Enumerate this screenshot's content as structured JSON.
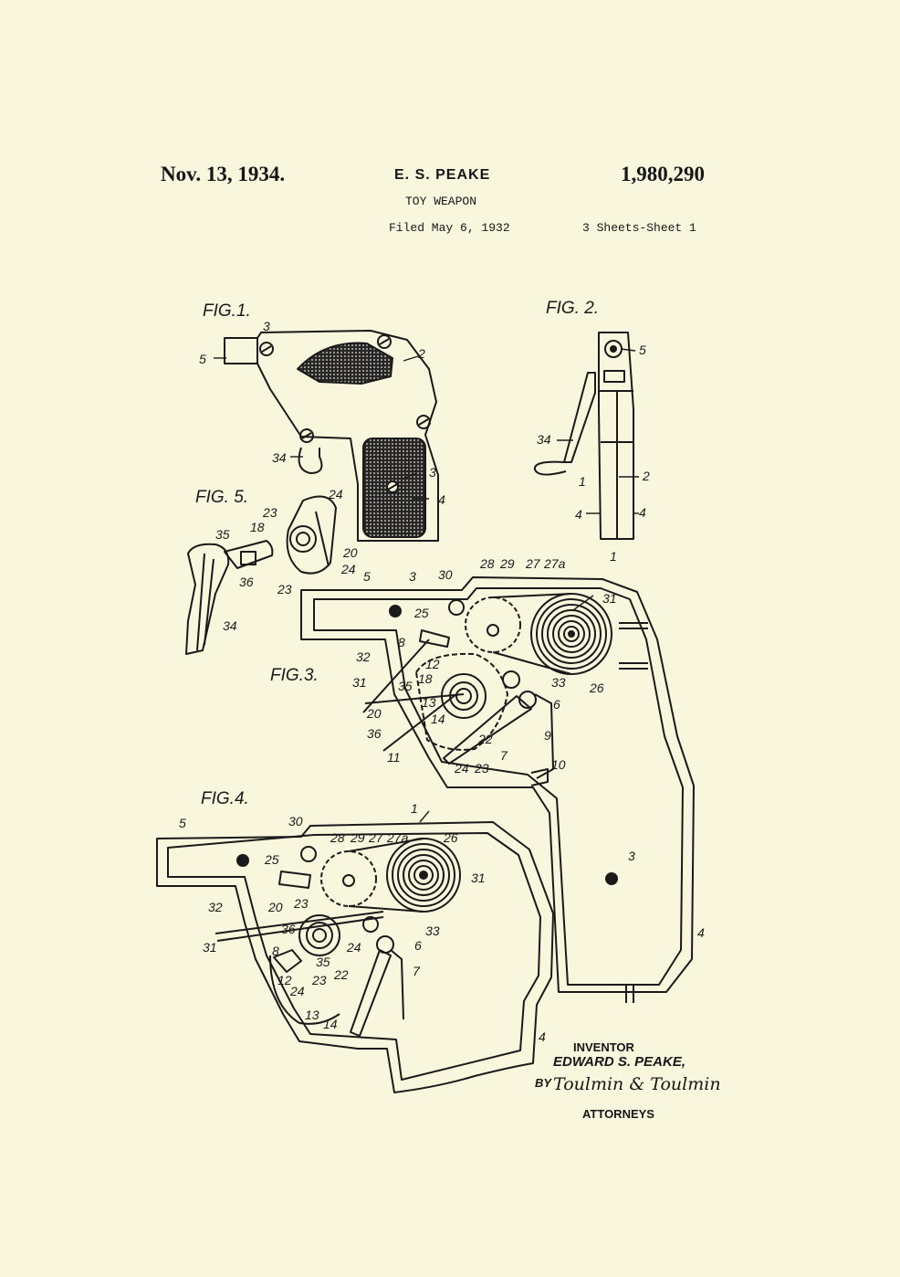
{
  "header": {
    "date": "Nov. 13, 1934.",
    "inventor_name": "E. S. PEAKE",
    "patent_number": "1,980,290",
    "subject": "TOY WEAPON",
    "filed": "Filed May 6, 1932",
    "sheets": "3 Sheets-Sheet  1"
  },
  "figures": {
    "fig1": "FIG.1.",
    "fig2": "FIG. 2.",
    "fig3": "FIG.3.",
    "fig4": "FIG.4.",
    "fig5": "FIG. 5."
  },
  "callouts": [
    {
      "fig": "fig1",
      "label": "5"
    },
    {
      "fig": "fig1",
      "label": "3"
    },
    {
      "fig": "fig1",
      "label": "2"
    },
    {
      "fig": "fig1",
      "label": "34"
    },
    {
      "fig": "fig1",
      "label": "3"
    },
    {
      "fig": "fig1",
      "label": "4"
    },
    {
      "fig": "fig2",
      "label": "5"
    },
    {
      "fig": "fig2",
      "label": "34"
    },
    {
      "fig": "fig2",
      "label": "1"
    },
    {
      "fig": "fig2",
      "label": "2"
    },
    {
      "fig": "fig2",
      "label": "4"
    },
    {
      "fig": "fig2",
      "label": "4"
    },
    {
      "fig": "fig5",
      "label": "23"
    },
    {
      "fig": "fig5",
      "label": "24"
    },
    {
      "fig": "fig5",
      "label": "18"
    },
    {
      "fig": "fig5",
      "label": "35"
    },
    {
      "fig": "fig5",
      "label": "20"
    },
    {
      "fig": "fig5",
      "label": "36"
    },
    {
      "fig": "fig5",
      "label": "24"
    },
    {
      "fig": "fig5",
      "label": "23"
    },
    {
      "fig": "fig5",
      "label": "34"
    },
    {
      "fig": "fig3",
      "label": "5"
    },
    {
      "fig": "fig3",
      "label": "3"
    },
    {
      "fig": "fig3",
      "label": "30"
    },
    {
      "fig": "fig3",
      "label": "28"
    },
    {
      "fig": "fig3",
      "label": "29"
    },
    {
      "fig": "fig3",
      "label": "27"
    },
    {
      "fig": "fig3",
      "label": "27a"
    },
    {
      "fig": "fig3",
      "label": "1"
    },
    {
      "fig": "fig3",
      "label": "31"
    },
    {
      "fig": "fig3",
      "label": "25"
    },
    {
      "fig": "fig3",
      "label": "8"
    },
    {
      "fig": "fig3",
      "label": "32"
    },
    {
      "fig": "fig3",
      "label": "12"
    },
    {
      "fig": "fig3",
      "label": "31"
    },
    {
      "fig": "fig3",
      "label": "35"
    },
    {
      "fig": "fig3",
      "label": "18"
    },
    {
      "fig": "fig3",
      "label": "33"
    },
    {
      "fig": "fig3",
      "label": "26"
    },
    {
      "fig": "fig3",
      "label": "20"
    },
    {
      "fig": "fig3",
      "label": "13"
    },
    {
      "fig": "fig3",
      "label": "6"
    },
    {
      "fig": "fig3",
      "label": "14"
    },
    {
      "fig": "fig3",
      "label": "36"
    },
    {
      "fig": "fig3",
      "label": "9"
    },
    {
      "fig": "fig3",
      "label": "22"
    },
    {
      "fig": "fig3",
      "label": "11"
    },
    {
      "fig": "fig3",
      "label": "7"
    },
    {
      "fig": "fig3",
      "label": "24"
    },
    {
      "fig": "fig3",
      "label": "23"
    },
    {
      "fig": "fig3",
      "label": "10"
    },
    {
      "fig": "fig3",
      "label": "3"
    },
    {
      "fig": "fig3",
      "label": "4"
    },
    {
      "fig": "fig4",
      "label": "30"
    },
    {
      "fig": "fig4",
      "label": "1"
    },
    {
      "fig": "fig4",
      "label": "5"
    },
    {
      "fig": "fig4",
      "label": "28"
    },
    {
      "fig": "fig4",
      "label": "29"
    },
    {
      "fig": "fig4",
      "label": "27"
    },
    {
      "fig": "fig4",
      "label": "27a"
    },
    {
      "fig": "fig4",
      "label": "26"
    },
    {
      "fig": "fig4",
      "label": "25"
    },
    {
      "fig": "fig4",
      "label": "31"
    },
    {
      "fig": "fig4",
      "label": "32"
    },
    {
      "fig": "fig4",
      "label": "23"
    },
    {
      "fig": "fig4",
      "label": "20"
    },
    {
      "fig": "fig4",
      "label": "33"
    },
    {
      "fig": "fig4",
      "label": "31"
    },
    {
      "fig": "fig4",
      "label": "36"
    },
    {
      "fig": "fig4",
      "label": "24"
    },
    {
      "fig": "fig4",
      "label": "8"
    },
    {
      "fig": "fig4",
      "label": "6"
    },
    {
      "fig": "fig4",
      "label": "35"
    },
    {
      "fig": "fig4",
      "label": "12"
    },
    {
      "fig": "fig4",
      "label": "23"
    },
    {
      "fig": "fig4",
      "label": "22"
    },
    {
      "fig": "fig4",
      "label": "7"
    },
    {
      "fig": "fig4",
      "label": "24"
    },
    {
      "fig": "fig4",
      "label": "13"
    },
    {
      "fig": "fig4",
      "label": "14"
    },
    {
      "fig": "fig4",
      "label": "4"
    }
  ],
  "footer": {
    "inventor_label": "INVENTOR",
    "inventor_name": "EDWARD S. PEAKE,",
    "by": "BY",
    "signature": "Toulmin & Toulmin",
    "attorneys": "ATTORNEYS"
  }
}
